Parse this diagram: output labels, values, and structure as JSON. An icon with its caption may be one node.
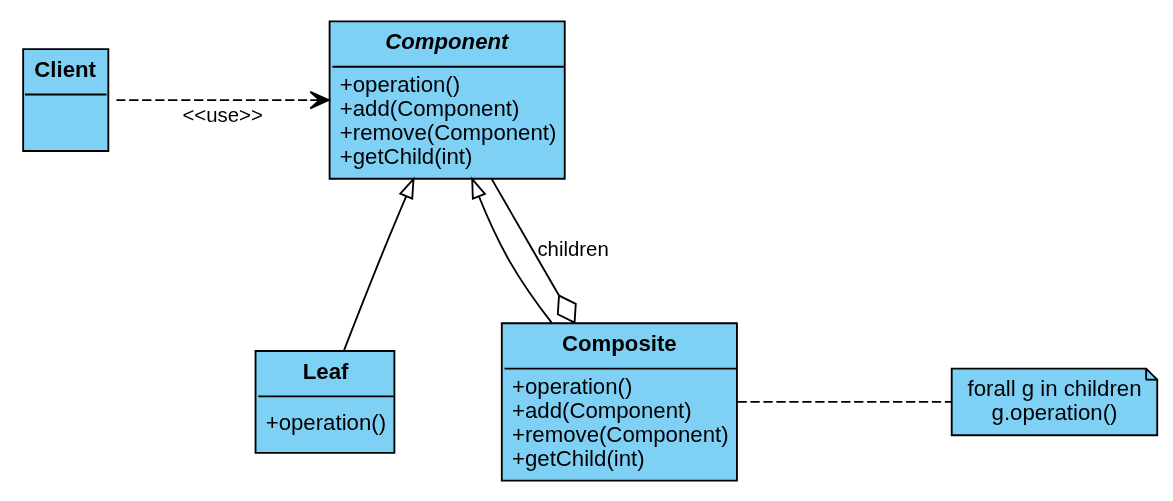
{
  "diagram": {
    "nodes": [
      {
        "text": [
          "Client"
        ]
      },
      {
        "text": [
          "Component",
          "+operation()",
          "+add(Component)",
          "+remove(Component)",
          "+getChild(int)"
        ]
      },
      {
        "text": [
          "Leaf",
          "+operation()"
        ]
      },
      {
        "text": [
          "Composite",
          "+operation()",
          "+add(Component)",
          "+remove(Component)",
          "+getChild(int)"
        ]
      },
      {
        "text": [
          "forall g in children",
          "g.operation()"
        ]
      }
    ],
    "edges": [
      {
        "from": 0,
        "to": 1,
        "arrow": "to",
        "label": "<<use>>",
        "style": "dashed"
      },
      {
        "from": 2,
        "to": 1,
        "arrow": "to"
      },
      {
        "from": 3,
        "to": 1,
        "arrow": "to"
      },
      {
        "from": 3,
        "to": 1,
        "arrow": "other",
        "label": "children"
      },
      {
        "from": 3,
        "to": 4,
        "arrow": "none",
        "style": "dashed"
      }
    ]
  }
}
